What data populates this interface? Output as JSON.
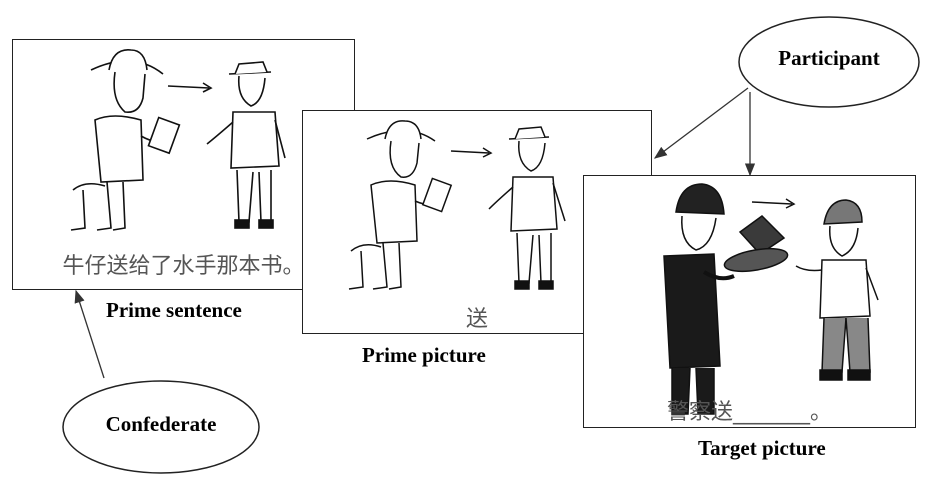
{
  "panels": {
    "prime_sentence": {
      "caption": "牛仔送给了水手那本书。",
      "label": "Prime sentence"
    },
    "prime_picture": {
      "caption": "送",
      "label": "Prime picture"
    },
    "target_picture": {
      "caption": "警察送_______。",
      "label": "Target picture"
    }
  },
  "roles": {
    "participant": "Participant",
    "confederate": "Confederate"
  }
}
